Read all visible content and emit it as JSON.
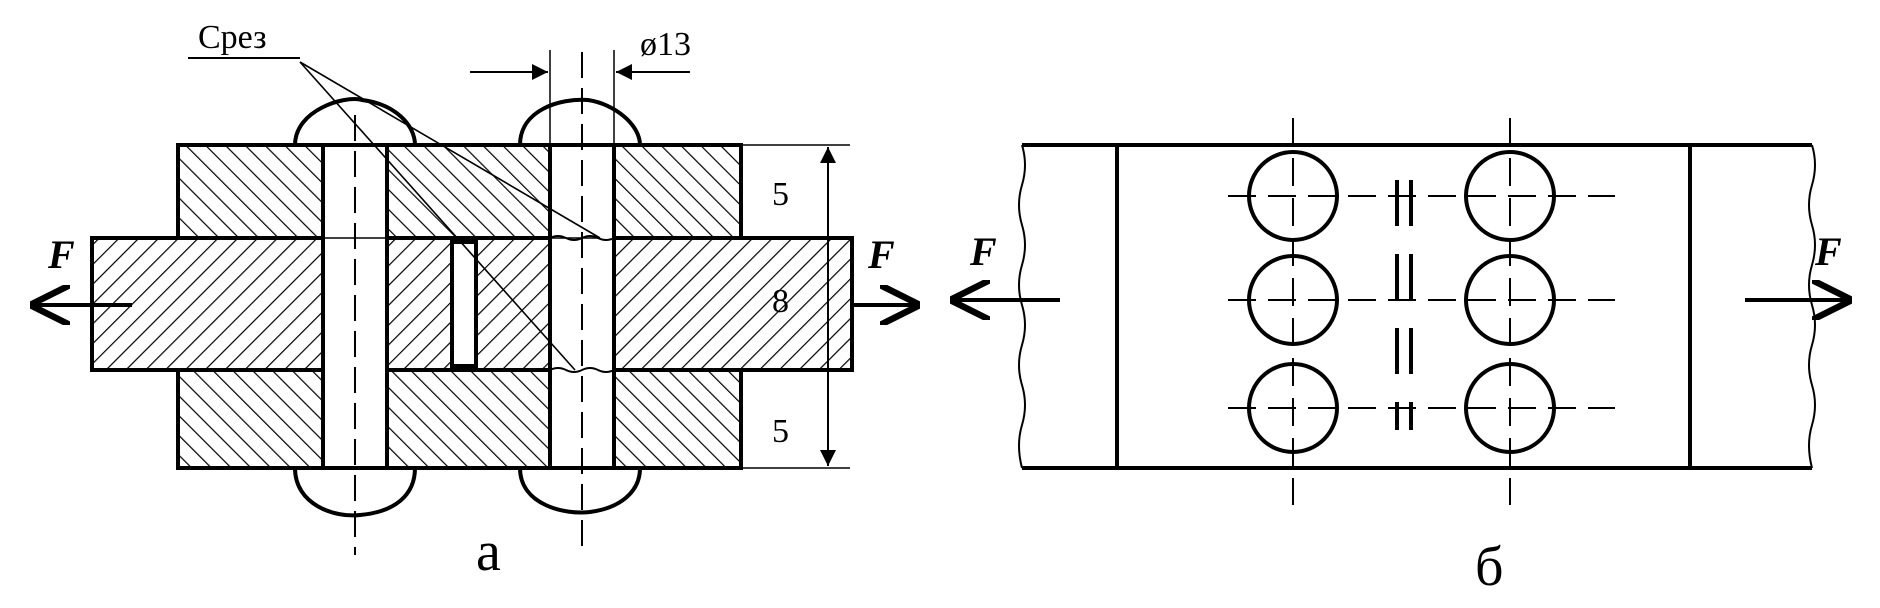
{
  "figure_a": {
    "shear_label": "Срез",
    "diameter_label": "ø13",
    "force_left": "F",
    "force_right": "F",
    "dim_top": "5",
    "dim_middle": "8",
    "dim_bottom": "5",
    "caption": "а"
  },
  "figure_b": {
    "force_left": "F",
    "force_right": "F",
    "caption": "б"
  },
  "colors": {
    "ink": "#000000",
    "background": "#ffffff"
  },
  "icons": [
    "force-arrow-left-icon",
    "force-arrow-right-icon",
    "dimension-arrow-icon"
  ]
}
